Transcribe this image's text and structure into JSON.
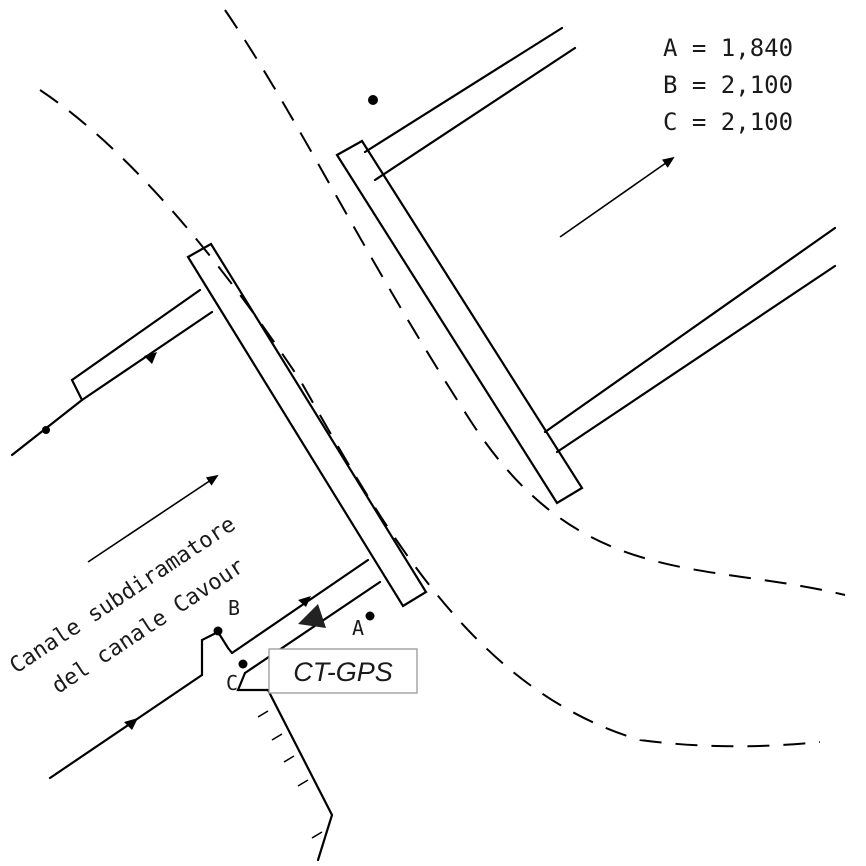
{
  "measurements": [
    {
      "label": "A = 1,840"
    },
    {
      "label": "B = 2,100"
    },
    {
      "label": "C = 2,100"
    }
  ],
  "canal_label": {
    "line1": "Canale subdiramatore",
    "line2": "del canale Cavour"
  },
  "points": {
    "a": "A",
    "b": "B",
    "c": "C"
  },
  "station_tag": "CT-GPS"
}
